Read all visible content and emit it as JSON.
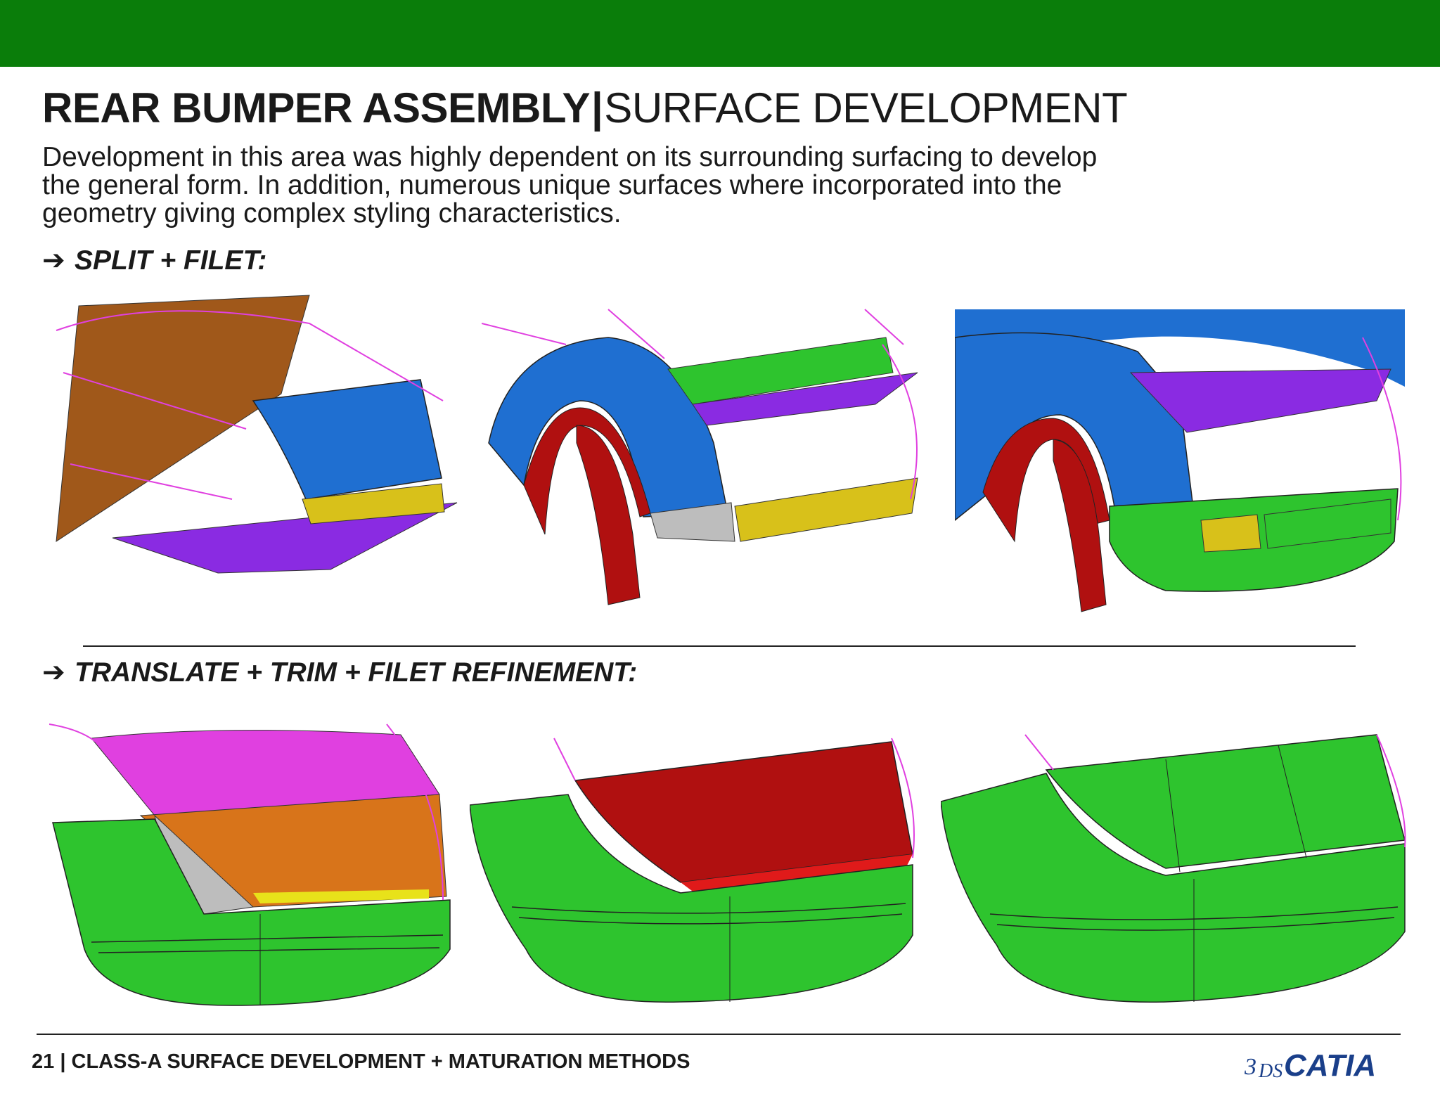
{
  "title": {
    "bold": "REAR BUMPER ASSEMBLY",
    "separator": "|",
    "light": "SURFACE DEVELOPMENT"
  },
  "intro": [
    "Development in this area was highly dependent on its surrounding surfacing to develop",
    "the general form. In addition, numerous unique surfaces where incorporated into the",
    "geometry giving complex styling characteristics."
  ],
  "sections": [
    {
      "arrow_icon": "arrow-right-icon",
      "arrow": "➔",
      "label": "SPLIT + FILET:"
    },
    {
      "arrow_icon": "arrow-right-icon",
      "arrow": "➔",
      "label": "TRANSLATE + TRIM + FILET REFINEMENT:"
    }
  ],
  "footer": {
    "page": "21",
    "separator": "|",
    "text": "CLASS-A SURFACE DEVELOPMENT + MATURATION METHODS"
  },
  "logo": {
    "prefix": "3DS",
    "name": "CATIA"
  },
  "colors": {
    "header_band": "#0a7d0a",
    "blue": "#1f6fd1",
    "brown": "#a0581a",
    "purple": "#8a2be2",
    "green": "#2ec42e",
    "red": "#b01010",
    "yellow": "#d8c11a",
    "magenta": "#e040e0",
    "orange": "#d8741a",
    "grey": "#bdbdbd"
  }
}
